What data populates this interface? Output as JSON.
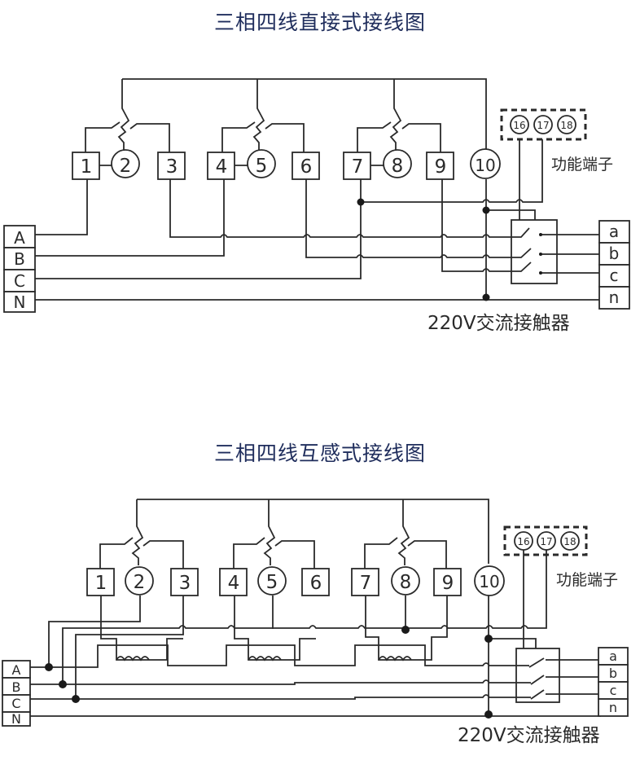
{
  "diagrams": [
    {
      "title": "三相四线直接式接线图",
      "meter_terminals": [
        "1",
        "2",
        "3",
        "4",
        "5",
        "6",
        "7",
        "8",
        "9",
        "10"
      ],
      "function_terminals": [
        "16",
        "17",
        "18"
      ],
      "function_terminals_label": "功能端子",
      "input_terminals": [
        "A",
        "B",
        "C",
        "N"
      ],
      "output_terminals": [
        "a",
        "b",
        "c",
        "n"
      ],
      "contactor_label": "220V交流接触器"
    },
    {
      "title": "三相四线互感式接线图",
      "meter_terminals": [
        "1",
        "2",
        "3",
        "4",
        "5",
        "6",
        "7",
        "8",
        "9",
        "10"
      ],
      "function_terminals": [
        "16",
        "17",
        "18"
      ],
      "function_terminals_label": "功能端子",
      "input_terminals": [
        "A",
        "B",
        "C",
        "N"
      ],
      "output_terminals": [
        "a",
        "b",
        "c",
        "n"
      ],
      "contactor_label": "220V交流接触器"
    }
  ],
  "colors": {
    "title": "#1f2d5c",
    "line": "#2a2a2a"
  }
}
